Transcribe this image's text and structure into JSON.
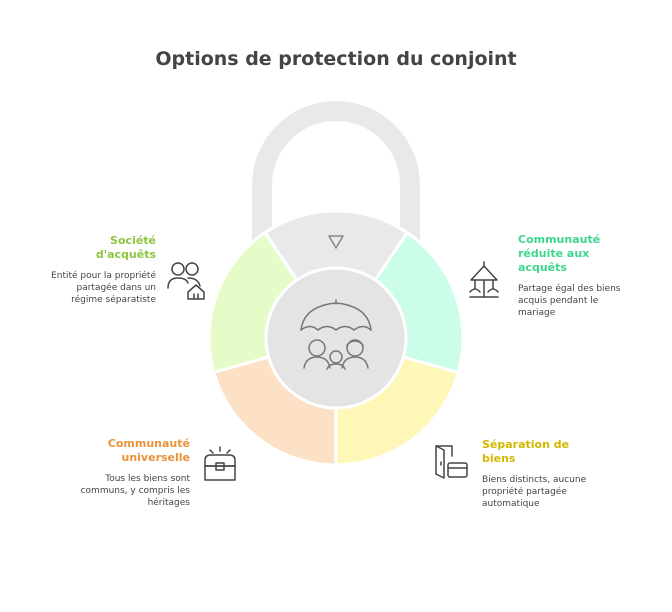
{
  "title": "Options de protection du conjoint",
  "colors": {
    "lock": "#e9e9e9",
    "center": "#e4e4e4",
    "societe": "#e6fcc8",
    "reduite": "#ccfde8",
    "separation": "#fff7b8",
    "universelle": "#fde1c6"
  },
  "options": {
    "societe": {
      "heading": "Société d'acquêts",
      "desc": "Entité pour la propriété partagée dans un régime séparatiste",
      "icon": "people-house-icon"
    },
    "reduite": {
      "heading": "Communauté réduite aux acquêts",
      "desc": "Partage égal des biens acquis pendant le mariage",
      "icon": "carousel-icon"
    },
    "universelle": {
      "heading": "Communauté universelle",
      "desc": "Tous les biens sont communs, y compris les héritages",
      "icon": "treasure-chest-icon"
    },
    "separation": {
      "heading": "Séparation de biens",
      "desc": "Biens distincts, aucune propriété partagée automatique",
      "icon": "door-wallet-icon"
    }
  },
  "center_icon": "family-umbrella-icon"
}
